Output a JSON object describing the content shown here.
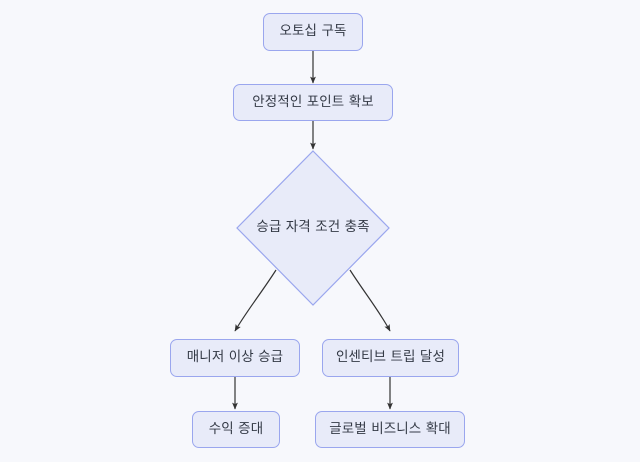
{
  "diagram": {
    "type": "flowchart",
    "direction": "top-to-bottom",
    "background_color": "#f7f8fc",
    "node_fill_color": "#e8ebf9",
    "node_border_color": "#9aa6ee",
    "node_text_color": "#343a46",
    "edge_color": "#333333",
    "nodes": [
      {
        "id": "n1",
        "shape": "rounded-rect",
        "label": "오토십 구독"
      },
      {
        "id": "n2",
        "shape": "rounded-rect",
        "label": "안정적인 포인트 확보"
      },
      {
        "id": "n3",
        "shape": "diamond",
        "label": "승급 자격 조건 충족"
      },
      {
        "id": "n4",
        "shape": "rounded-rect",
        "label": "매니저 이상 승급"
      },
      {
        "id": "n5",
        "shape": "rounded-rect",
        "label": "인센티브 트립 달성"
      },
      {
        "id": "n6",
        "shape": "rounded-rect",
        "label": "수익 증대"
      },
      {
        "id": "n7",
        "shape": "rounded-rect",
        "label": "글로벌 비즈니스 확대"
      }
    ],
    "edges": [
      {
        "from": "n1",
        "to": "n2",
        "label": "",
        "style": "straight-arrow"
      },
      {
        "from": "n2",
        "to": "n3",
        "label": "",
        "style": "straight-arrow"
      },
      {
        "from": "n3",
        "to": "n4",
        "label": "",
        "style": "curved-arrow"
      },
      {
        "from": "n3",
        "to": "n5",
        "label": "",
        "style": "curved-arrow"
      },
      {
        "from": "n4",
        "to": "n6",
        "label": "",
        "style": "straight-arrow"
      },
      {
        "from": "n5",
        "to": "n7",
        "label": "",
        "style": "straight-arrow"
      }
    ]
  }
}
